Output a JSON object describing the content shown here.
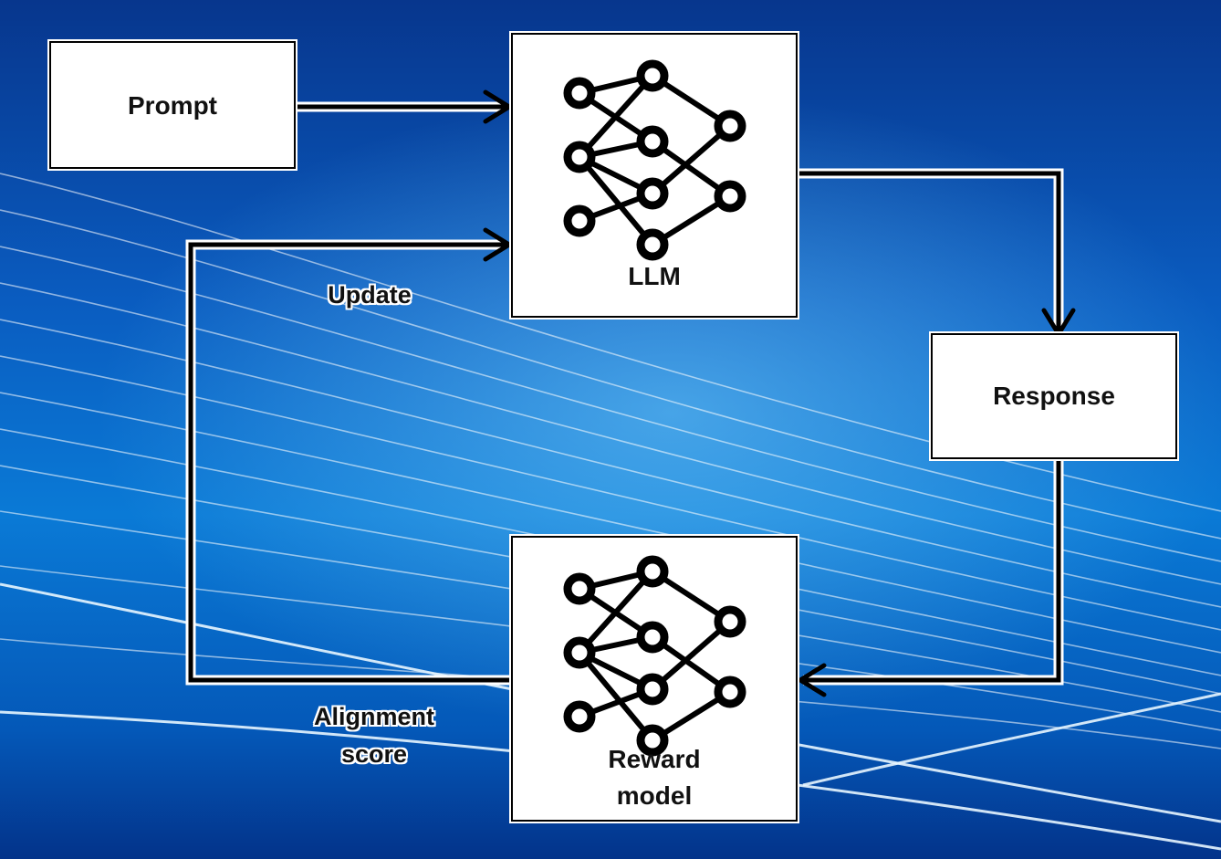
{
  "nodes": {
    "prompt": "Prompt",
    "llm": "LLM",
    "response": "Response",
    "reward_model_line1": "Reward",
    "reward_model_line2": "model"
  },
  "edge_labels": {
    "update": "Update",
    "alignment_line1": "Alignment",
    "alignment_line2": "score"
  },
  "icons": {
    "llm_icon": "neural-network-icon",
    "reward_icon": "neural-network-icon"
  },
  "colors": {
    "box_fill": "#ffffff",
    "stroke": "#000000"
  }
}
